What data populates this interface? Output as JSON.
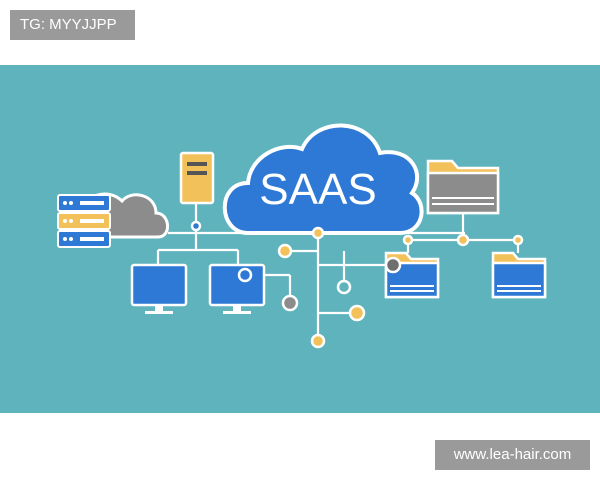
{
  "watermarks": {
    "top_left": "TG: MYYJJPP",
    "bottom_right": "www.lea-hair.com"
  },
  "illustration": {
    "cloud_label": "SAAS",
    "colors": {
      "background": "#5fb3bd",
      "cloud_blue": "#2e78d6",
      "outline": "#ffffff",
      "yellow": "#f3c15a",
      "gray": "#8c8c8c",
      "dark_gray": "#6f6f6f",
      "light_gray": "#d9d9d9"
    }
  }
}
